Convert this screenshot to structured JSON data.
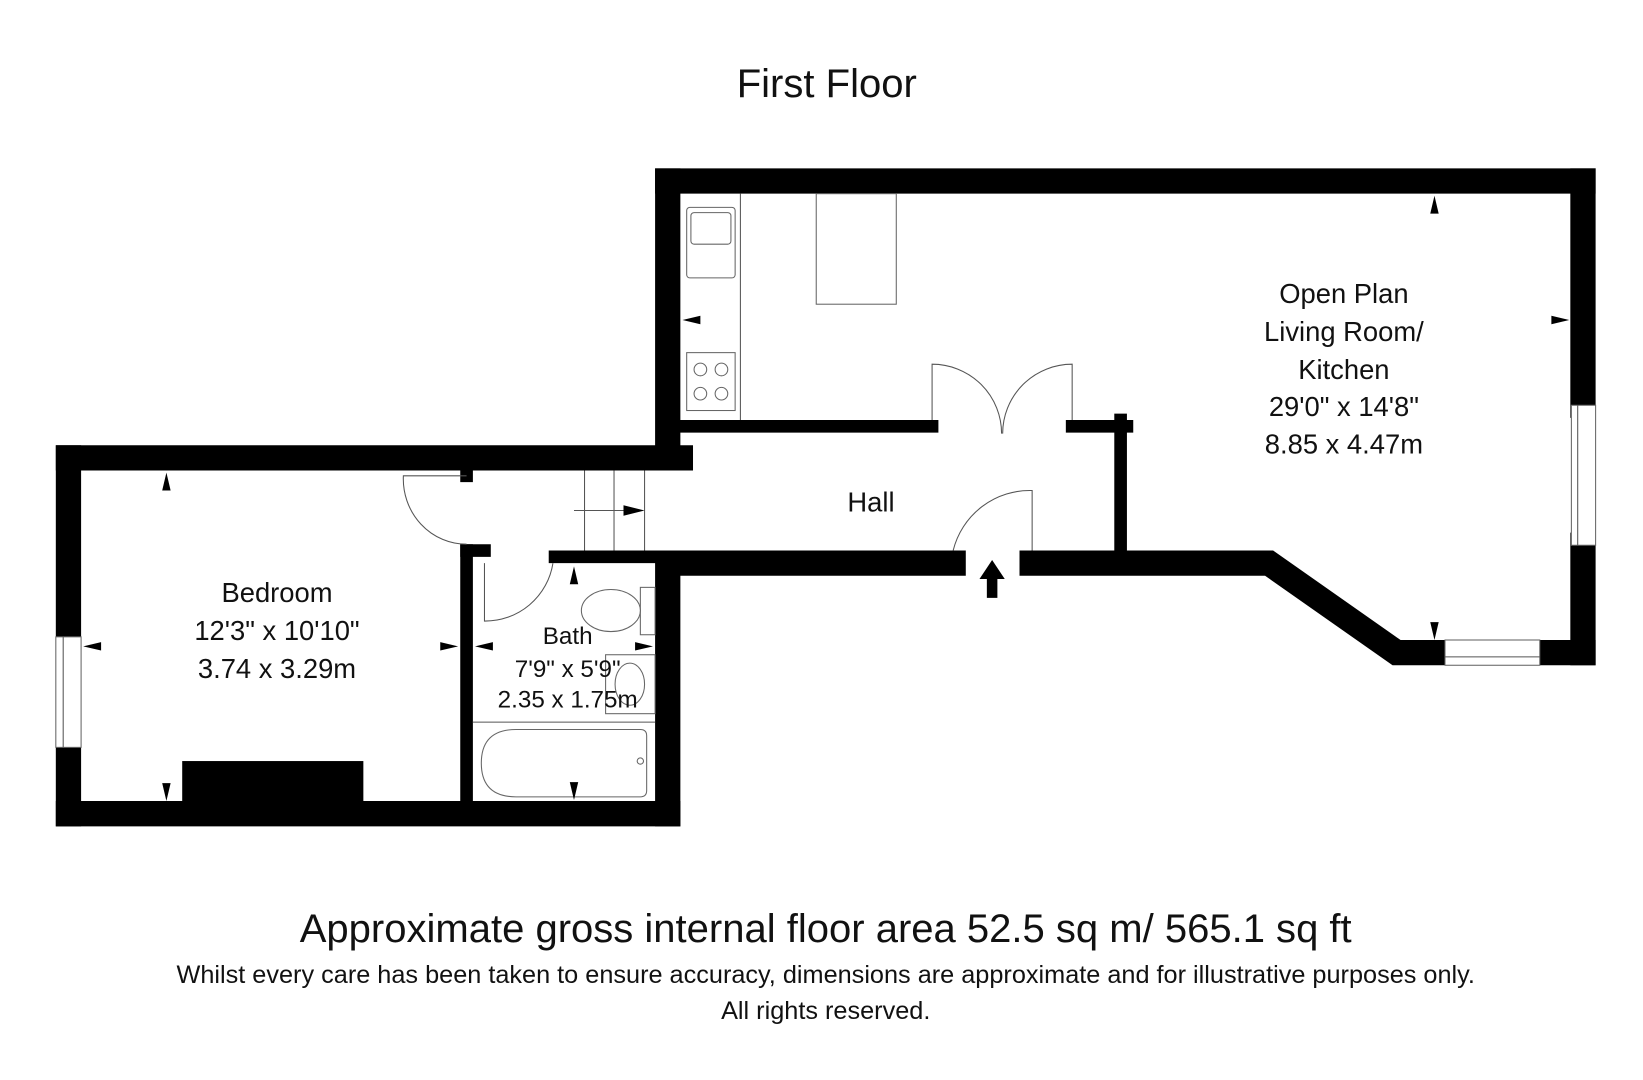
{
  "title": "First Floor",
  "rooms": {
    "living": {
      "name_line1": "Open Plan",
      "name_line2": "Living Room/",
      "name_line3": "Kitchen",
      "imperial": "29'0\" x 14'8\"",
      "metric": "8.85 x 4.47m"
    },
    "hall": {
      "name": "Hall"
    },
    "bedroom": {
      "name": "Bedroom",
      "imperial": "12'3\" x 10'10\"",
      "metric": "3.74 x 3.29m"
    },
    "bath": {
      "name": "Bath",
      "imperial": "7'9\" x 5'9\"",
      "metric": "2.35 x 1.75m"
    }
  },
  "footer": {
    "area": "Approximate gross internal floor area 52.5 sq m/ 565.1 sq ft",
    "disclaimer": "Whilst every care has been taken to ensure accuracy, dimensions are approximate and for illustrative purposes only.",
    "rights": "All rights reserved."
  },
  "colors": {
    "wall": "#000000",
    "fixture": "#666666"
  }
}
